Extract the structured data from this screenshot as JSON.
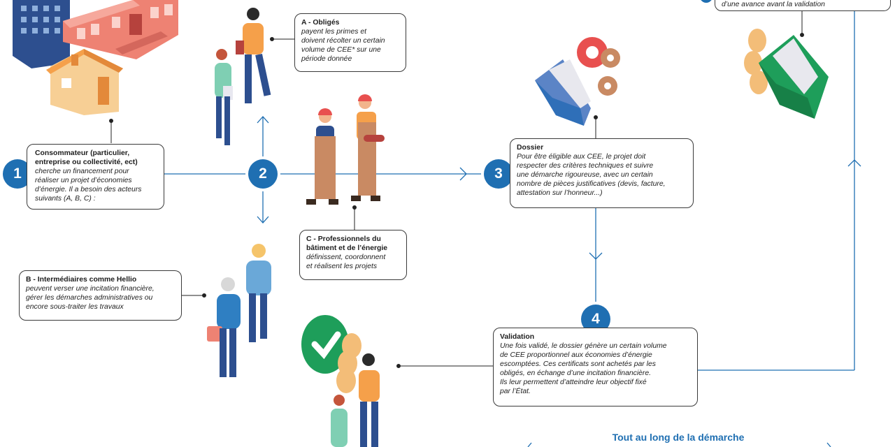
{
  "steps": [
    {
      "number": "1"
    },
    {
      "number": "2"
    },
    {
      "number": "3"
    },
    {
      "number": "4"
    }
  ],
  "boxes": {
    "consumer": {
      "title": "Consommateur (particulier, entreprise ou collectivité, ect)",
      "body": "cherche un financement pour\nréaliser un projet d’économies\nd’énergie. Il a besoin des acteurs\nsuivants (A, B, C) :"
    },
    "obliges": {
      "title": "A - Obligés",
      "body": "payent les primes et\ndoivent récolter un certain\nvolume de CEE* sur une\npériode donnée"
    },
    "dossier": {
      "title": "Dossier",
      "body": "Pour être éligible aux CEE, le projet doit\nrespecter des critères techniques et suivre\nune démarche rigoureuse, avec un certain\nnombre de pièces justificatives (devis, facture,\nattestation sur l’honneur...)"
    },
    "professionnels": {
      "title": "C - Professionnels du bâtiment et de l’énergie",
      "body": "définissent, coordonnent\net réalisent les projets"
    },
    "intermediaires": {
      "title": "B - Intermédiaires comme Hellio",
      "body": "peuvent verser une incitation financière,\ngérer les démarches administratives ou\nencore sous-traiter les travaux"
    },
    "validation": {
      "title": "Validation",
      "body": "Une fois validé, le dossier génère un certain volume\nde CEE proportionnel aux économies d’énergie\nescomptées. Ces certificats sont achetés par les\nobligés, en échange d’une incitation financière.\nIls leur permettent d’atteindre leur objectif fixé\npar l’État."
    },
    "avance": {
      "body": "d’une avance avant la validation"
    }
  },
  "footer": "Tout au long de la démarche",
  "colors": {
    "blue": "#1f6fb2",
    "orange": "#f5a04a",
    "green": "#1e9e5a",
    "red": "#e8504f",
    "building_red": "#ee8273",
    "building_blue": "#2d4f8f"
  }
}
